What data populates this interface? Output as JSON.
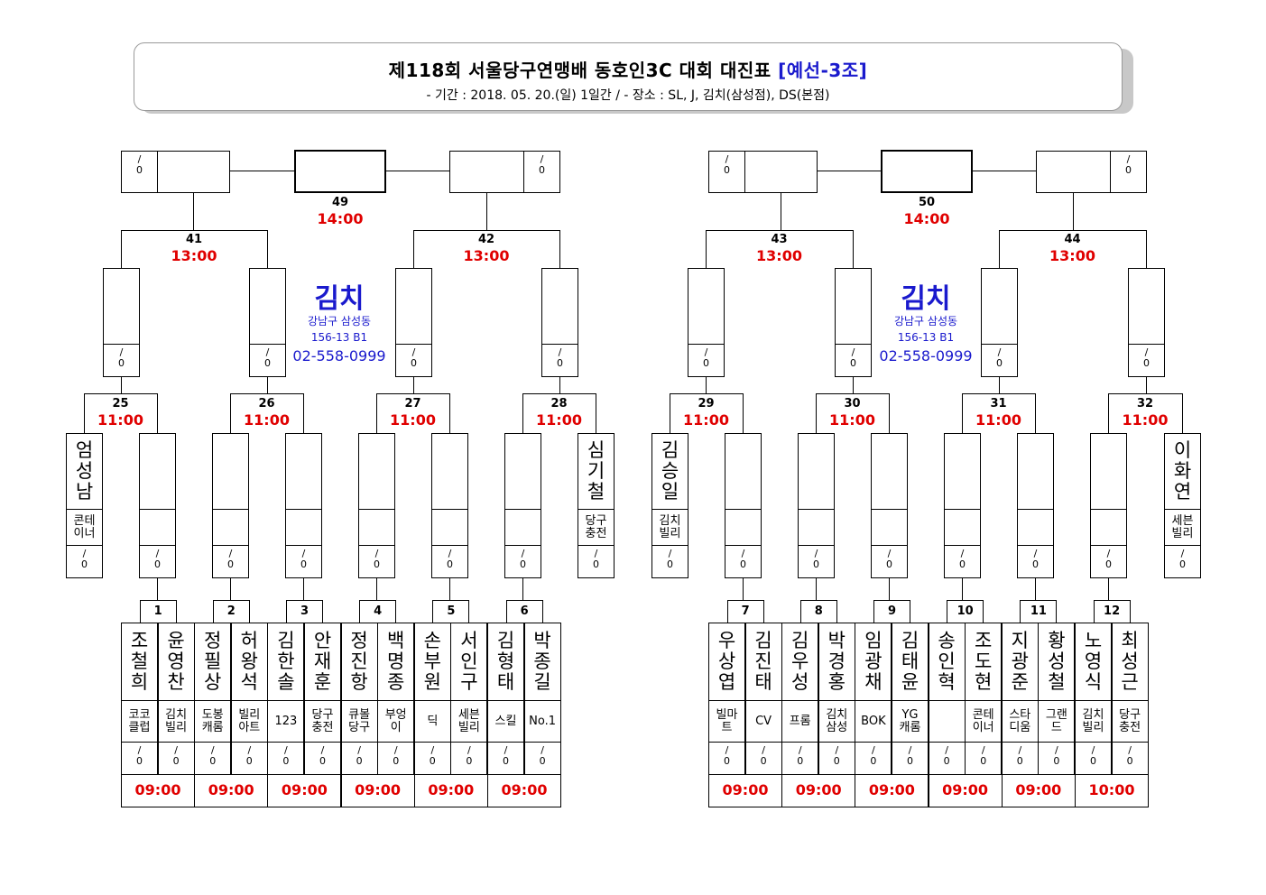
{
  "header": {
    "title": "제118회 서울당구연맹배 동호인3C 대회 대진표",
    "group": "[예선-3조]",
    "subtitle": "- 기간 : 2018. 05. 20.(일) 1일간 / - 장소 : SL, J, 김치(삼성점), DS(본점)"
  },
  "venue": {
    "name": "김치",
    "address_line1": "강남구 삼성동",
    "address_line2": "156-13 B1",
    "phone": "02-558-0999"
  },
  "score_placeholder": "/\n0",
  "final_matches": [
    {
      "no": "49",
      "time": "14:00"
    },
    {
      "no": "50",
      "time": "14:00"
    }
  ],
  "semi_matches": [
    {
      "no": "41",
      "time": "13:00"
    },
    {
      "no": "42",
      "time": "13:00"
    },
    {
      "no": "43",
      "time": "13:00"
    },
    {
      "no": "44",
      "time": "13:00"
    }
  ],
  "r2_matches": [
    {
      "no": "25",
      "time": "11:00"
    },
    {
      "no": "26",
      "time": "11:00"
    },
    {
      "no": "27",
      "time": "11:00"
    },
    {
      "no": "28",
      "time": "11:00"
    },
    {
      "no": "29",
      "time": "11:00"
    },
    {
      "no": "30",
      "time": "11:00"
    },
    {
      "no": "31",
      "time": "11:00"
    },
    {
      "no": "32",
      "time": "11:00"
    }
  ],
  "byes": [
    {
      "name": "엄성남",
      "club": "콘테\n이너"
    },
    {
      "name": "심기철",
      "club": "당구\n충전"
    },
    {
      "name": "김승일",
      "club": "김치\n빌리"
    },
    {
      "name": "이화연",
      "club": "세븐\n빌리"
    }
  ],
  "r1_matches": [
    {
      "no": "1",
      "time": "09:00",
      "p1": {
        "name": "조철희",
        "club": "코코\n클럽"
      },
      "p2": {
        "name": "윤영찬",
        "club": "김치\n빌리"
      }
    },
    {
      "no": "2",
      "time": "09:00",
      "p1": {
        "name": "정필상",
        "club": "도봉\n캐롬"
      },
      "p2": {
        "name": "허왕석",
        "club": "빌리\n아트"
      }
    },
    {
      "no": "3",
      "time": "09:00",
      "p1": {
        "name": "김한솔",
        "club": "123"
      },
      "p2": {
        "name": "안재훈",
        "club": "당구\n충전"
      }
    },
    {
      "no": "4",
      "time": "09:00",
      "p1": {
        "name": "정진항",
        "club": "큐볼\n당구"
      },
      "p2": {
        "name": "백명종",
        "club": "부엉\n이"
      }
    },
    {
      "no": "5",
      "time": "09:00",
      "p1": {
        "name": "손부원",
        "club": "딕"
      },
      "p2": {
        "name": "서인구",
        "club": "세븐\n빌리"
      }
    },
    {
      "no": "6",
      "time": "09:00",
      "p1": {
        "name": "김형태",
        "club": "스킬"
      },
      "p2": {
        "name": "박종길",
        "club": "No.1"
      }
    },
    {
      "no": "7",
      "time": "09:00",
      "p1": {
        "name": "우상엽",
        "club": "빌마\n트"
      },
      "p2": {
        "name": "김진태",
        "club": "CV"
      }
    },
    {
      "no": "8",
      "time": "09:00",
      "p1": {
        "name": "김우성",
        "club": "프롬"
      },
      "p2": {
        "name": "박경홍",
        "club": "김치\n삼성"
      }
    },
    {
      "no": "9",
      "time": "09:00",
      "p1": {
        "name": "임광채",
        "club": "BOK"
      },
      "p2": {
        "name": "김태윤",
        "club": "YG\n캐롬"
      }
    },
    {
      "no": "10",
      "time": "09:00",
      "p1": {
        "name": "송인혁",
        "club": ""
      },
      "p2": {
        "name": "조도현",
        "club": "콘테\n이너"
      }
    },
    {
      "no": "11",
      "time": "09:00",
      "p1": {
        "name": "지광준",
        "club": "스타\n디움"
      },
      "p2": {
        "name": "황성철",
        "club": "그랜\n드"
      }
    },
    {
      "no": "12",
      "time": "10:00",
      "p1": {
        "name": "노영식",
        "club": "김치\n빌리"
      },
      "p2": {
        "name": "최성근",
        "club": "당구\n충전"
      }
    }
  ]
}
